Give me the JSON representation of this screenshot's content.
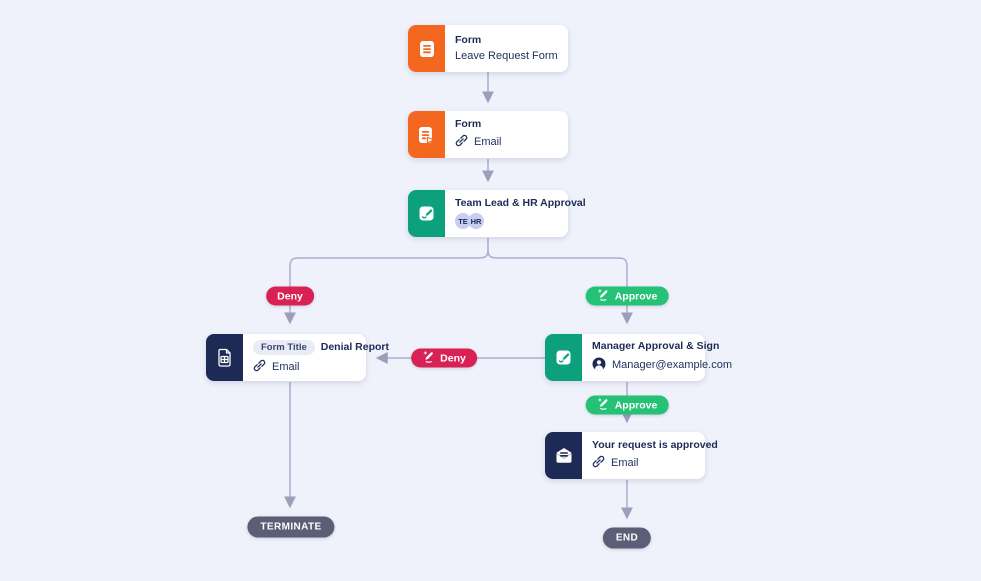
{
  "diagram": {
    "background_color": "#eff1fb",
    "connector_color": "#abafc9",
    "arrowhead_color": "#9aa0ba",
    "nodes": {
      "form1": {
        "type_label": "Form",
        "subtitle": "Leave Request Form",
        "icon": "form-lines-icon",
        "icon_bg": "#f4671f"
      },
      "form2": {
        "type_label": "Form",
        "link_label": "Email",
        "icon": "form-send-icon",
        "icon_bg": "#f4671f"
      },
      "approval": {
        "title": "Team Lead & HR Approval",
        "badges": [
          "TE",
          "HR"
        ],
        "badge_bg": "#c7cef2",
        "icon": "sign-document-icon",
        "icon_bg": "#0ca17c"
      },
      "denial": {
        "chip_label": "Form Title",
        "title": "Denial Report",
        "link_label": "Email",
        "icon": "report-document-icon",
        "icon_bg": "#1c2a55"
      },
      "manager": {
        "title": "Manager Approval & Sign",
        "assignee": "Manager@example.com",
        "icon": "sign-document-icon",
        "icon_bg": "#0ca17c"
      },
      "approved": {
        "title": "Your request is approved",
        "link_label": "Email",
        "icon": "open-email-icon",
        "icon_bg": "#1c2a55"
      }
    },
    "edge_labels": {
      "deny_branch": "Deny",
      "approve_branch": "Approve",
      "deny_manager": "Deny",
      "approve_manager": "Approve",
      "deny_color": "#da2155",
      "approve_color": "#25c175"
    },
    "terminals": {
      "terminate": "TERMINATE",
      "end": "END",
      "color": "#5b5e75"
    }
  }
}
